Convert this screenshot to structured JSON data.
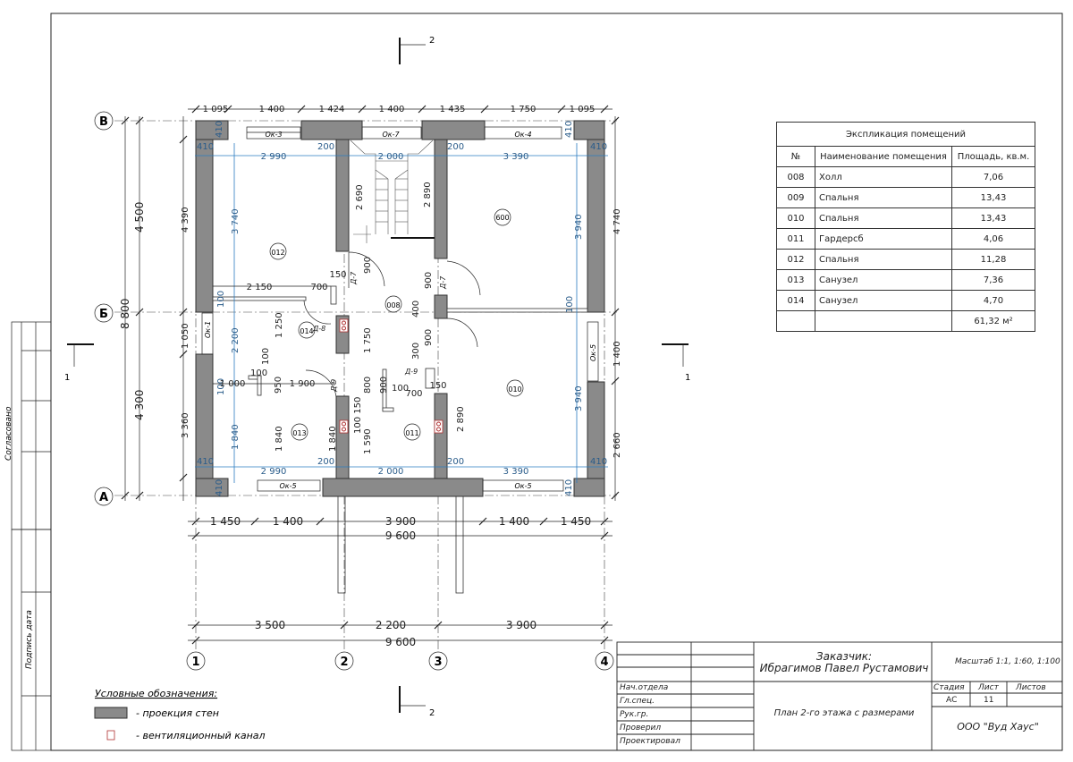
{
  "explication": {
    "title": "Экспликация помещений",
    "headers": [
      "№",
      "Наименование помещения",
      "Площадь, кв.м."
    ],
    "rows": [
      {
        "num": "008",
        "name": "Холл",
        "area": "7,06"
      },
      {
        "num": "009",
        "name": "Спальня",
        "area": "13,43"
      },
      {
        "num": "010",
        "name": "Спальня",
        "area": "13,43"
      },
      {
        "num": "011",
        "name": "Гардерсб",
        "area": "4,06"
      },
      {
        "num": "012",
        "name": "Спальня",
        "area": "11,28"
      },
      {
        "num": "013",
        "name": "Санузел",
        "area": "7,36"
      },
      {
        "num": "014",
        "name": "Санузел",
        "area": "4,70"
      }
    ],
    "total": "61,32 м²"
  },
  "axes": {
    "rows": [
      "В",
      "Б",
      "А"
    ],
    "cols": [
      "1",
      "2",
      "3",
      "4"
    ]
  },
  "sections": {
    "cut1": "1",
    "cut2": "2"
  },
  "dims": {
    "top": [
      "1 095",
      "1 400",
      "1 424",
      "1 400",
      "1 435",
      "1 750",
      "1 095"
    ],
    "inner_top": [
      "2 990",
      "2 000",
      "3 390"
    ],
    "inner_bot": [
      "2 990",
      "2 000",
      "3 390"
    ],
    "bottom1": [
      "1 450",
      "1 400",
      "3 900",
      "1 400",
      "1 450"
    ],
    "total": "9 600",
    "bottom2": [
      "3 500",
      "2 200",
      "3 900"
    ],
    "left_outer": [
      "4 500",
      "8 800",
      "4 300"
    ],
    "left_inner": [
      "4 390",
      "1 050",
      "3 360"
    ],
    "left_blue": [
      "3 740",
      "2 200",
      "1 840"
    ],
    "right_outer": [
      "4 740",
      "1 400",
      "2 660"
    ],
    "right_blue": [
      "3 940",
      "3 940"
    ],
    "small410": "410",
    "small200": "200",
    "small100": "100",
    "misc": {
      "d2690": "2 690",
      "d2890a": "2 890",
      "d2890b": "2 890",
      "d2150": "2 150",
      "d700a": "700",
      "d700b": "700",
      "d150a": "150",
      "d150b": "150",
      "d900a": "900",
      "d900b": "900",
      "d900c": "900",
      "d900d": "900",
      "d400": "400",
      "d300": "300",
      "d1250": "1 250",
      "d1750": "1 750",
      "d1000": "1 000",
      "d950": "950",
      "d1900": "1 900",
      "d800": "800",
      "d1840a": "1 840",
      "d1840b": "1 840",
      "d1590": "1 590",
      "d100150": "100 150"
    }
  },
  "windows": [
    "Ок-3",
    "Ок-7",
    "Ок-4",
    "Ок-1",
    "Ок-5",
    "Ок-5",
    "Ок-5"
  ],
  "doors": [
    "Д-7",
    "Д-7",
    "Д-8",
    "Д-9",
    "Д-9"
  ],
  "rooms": [
    "012",
    "009",
    "008",
    "014",
    "013",
    "011",
    "010"
  ],
  "legend": {
    "title": "Условные обозначения:",
    "wall": "- проекция стен",
    "vent": "- вентиляционный канал"
  },
  "side_stamps": {
    "agreed": "Согласовано",
    "sign": "Подпись дата"
  },
  "title_block": {
    "customer_label": "Заказчик:",
    "customer_name": "Ибрагимов Павел Рустамович",
    "scale": "Масштаб 1:1, 1:60, 1:100",
    "roles": [
      "Нач.отдела",
      "Гл.спец.",
      "Рук.гр.",
      "Проверил",
      "Проектировал"
    ],
    "drawing": "План 2-го этажа с размерами",
    "stage_h": "Стадия",
    "sheet_h": "Лист",
    "sheets_h": "Листов",
    "stage": "АС",
    "sheet": "11",
    "company": "ООО \"Вуд Хаус\""
  }
}
